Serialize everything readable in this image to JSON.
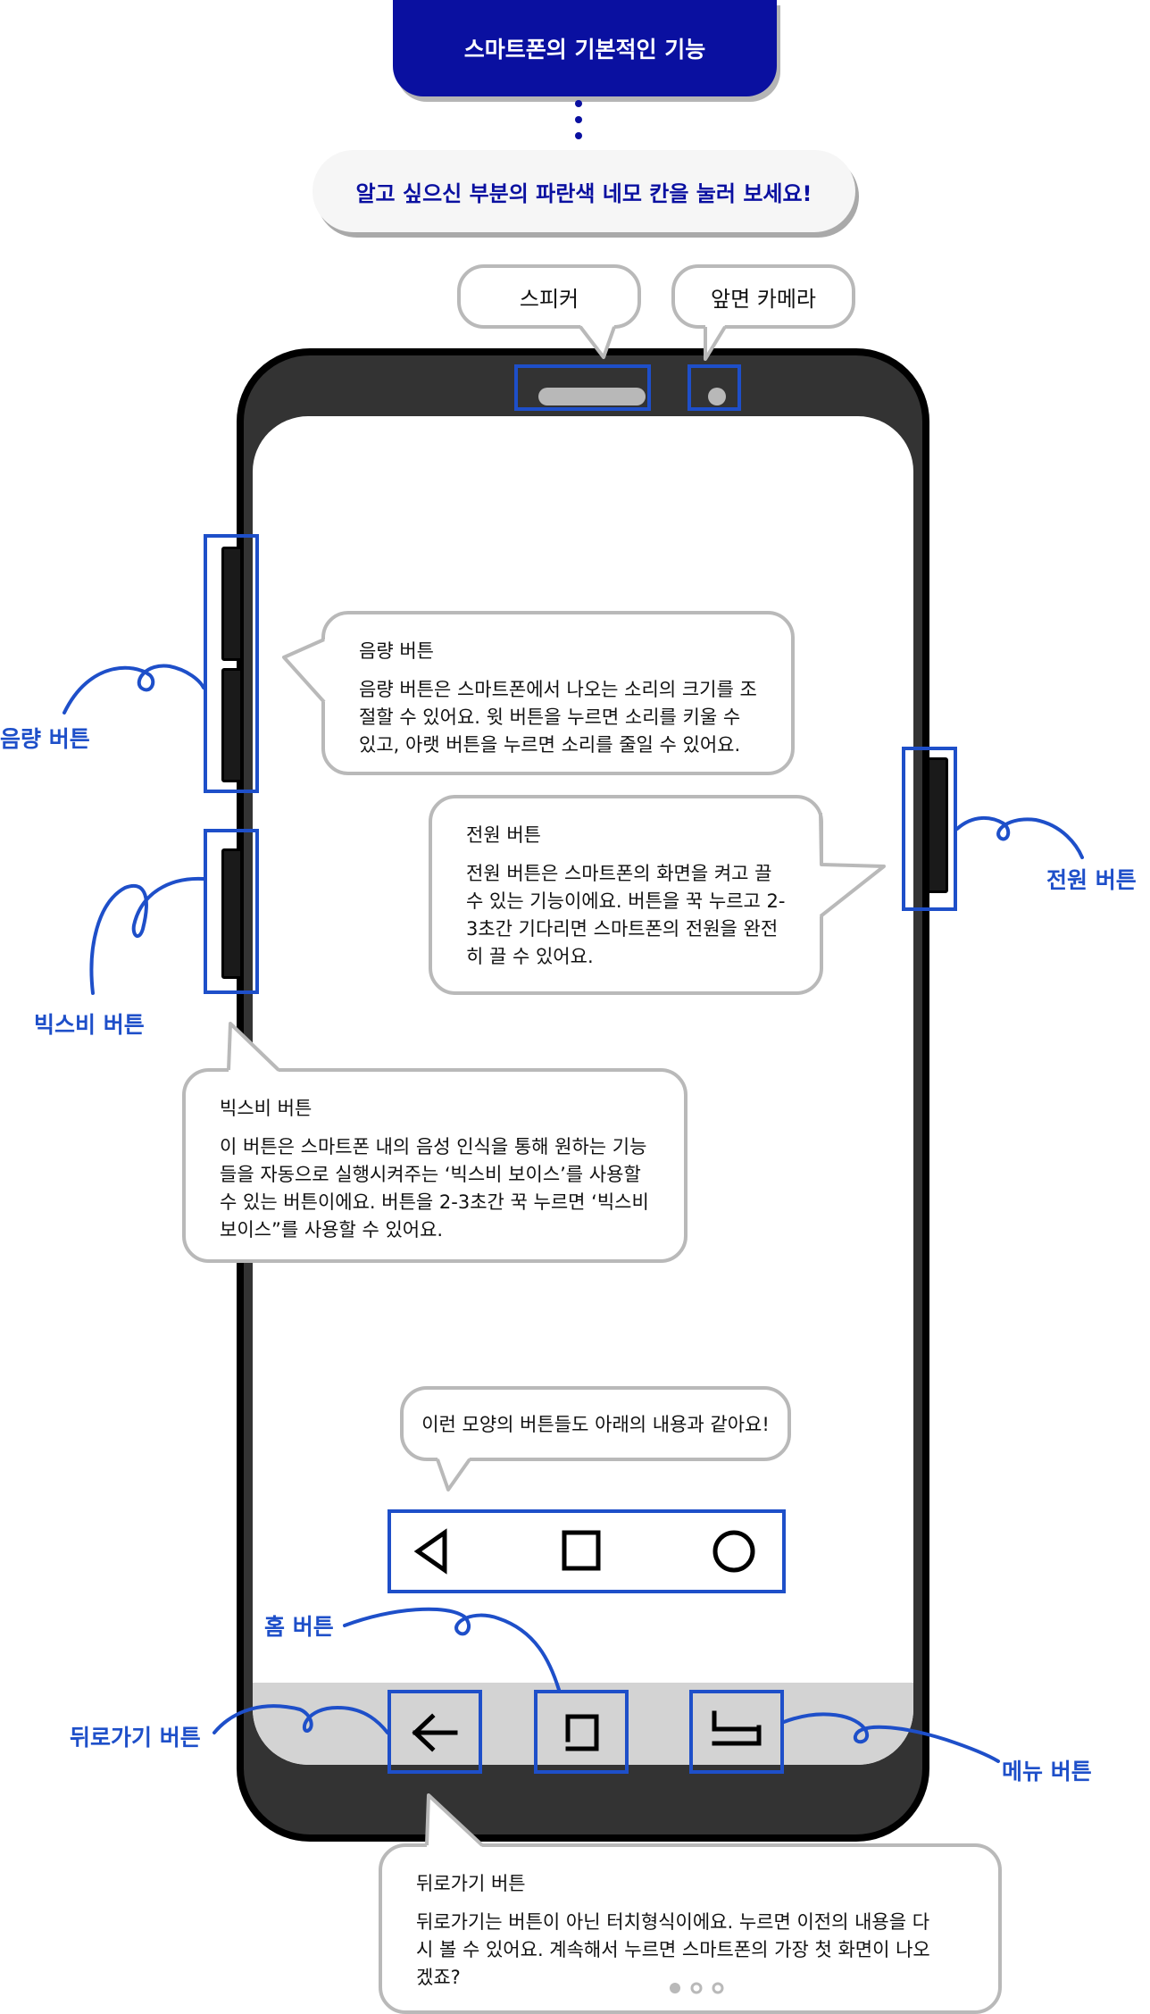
{
  "header": {
    "title": "스마트폰의 기본적인 기능",
    "instruction": "알고 싶으신 부분의 파란색 네모 칸을 눌러 보세요!"
  },
  "top_bubbles": {
    "speaker": "스피커",
    "front_camera": "앞면 카메라"
  },
  "labels": {
    "volume": "음량 버튼",
    "bixby": "빅스비 버튼",
    "power": "전원 버튼",
    "home": "홈 버튼",
    "back": "뒤로가기 버튼",
    "menu": "메뉴 버튼"
  },
  "info": {
    "volume": {
      "title": "음량 버튼",
      "body": "음량 버튼은 스마트폰에서 나오는 소리의 크기를 조절할 수 있어요. 윗 버튼을 누르면 소리를 키울 수 있고, 아랫 버튼을 누르면 소리를 줄일 수 있어요."
    },
    "power": {
      "title": "전원 버튼",
      "body": "전원 버튼은 스마트폰의 화면을 켜고 끌 수 있는 기능이에요. 버튼을 꾹 누르고 2-3초간 기다리면 스마트폰의 전원을 완전히 끌 수 있어요."
    },
    "bixby": {
      "title": "빅스비 버튼",
      "body": "이 버튼은 스마트폰 내의 음성 인식을 통해 원하는 기능들을 자동으로 실행시켜주는 ‘빅스비 보이스’를 사용할 수 있는 버튼이에요. 버튼을 2-3초간 꾹 누르면 ‘빅스비 보이스”를 사용할 수 있어요."
    },
    "note": "이런 모양의 버튼들도 아래의 내용과 같아요!",
    "back": {
      "title": "뒤로가기 버튼",
      "body": "뒤로가기는 버튼이 아닌 터치형식이에요. 누르면 이전의 내용을 다시 볼 수 있어요. 계속해서 누르면 스마트폰의 가장 첫 화면이 나오겠죠?"
    }
  },
  "pagination": {
    "pages": 3,
    "current": 1
  },
  "colors": {
    "title_bg": "#0a10a0",
    "highlight": "#1e4fc9",
    "phone_body": "#333333",
    "bubble_border": "#b9b9b9"
  }
}
